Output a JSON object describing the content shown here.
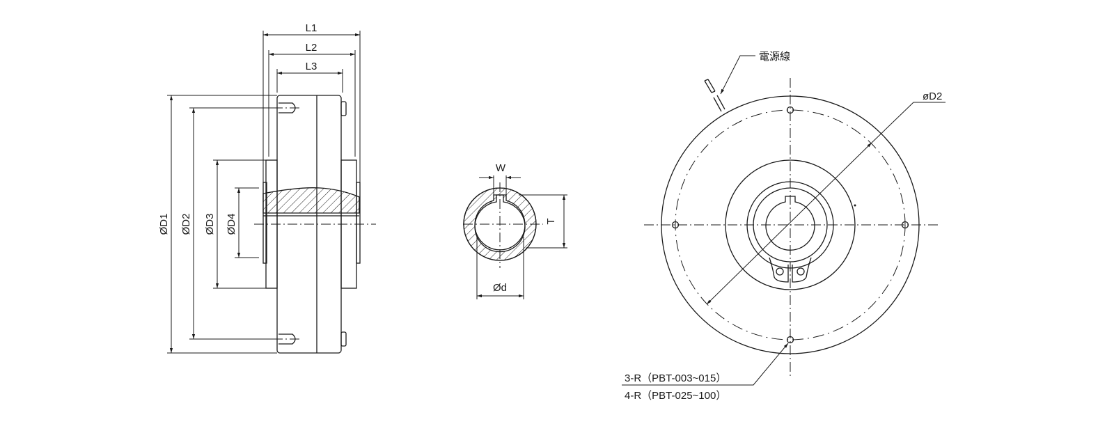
{
  "side_view": {
    "labels": {
      "L1": "L1",
      "L2": "L2",
      "L3": "L3",
      "D1": "ØD1",
      "D2": "ØD2",
      "D3": "ØD3",
      "D4": "ØD4"
    }
  },
  "shaft_section": {
    "labels": {
      "W": "W",
      "T": "T",
      "d": "Ød"
    }
  },
  "front_view": {
    "power_wire": "電源線",
    "D2": "øD2",
    "hole_note_1": "3-R（PBT-003~015）",
    "hole_note_2": "4-R（PBT-025~100）"
  }
}
